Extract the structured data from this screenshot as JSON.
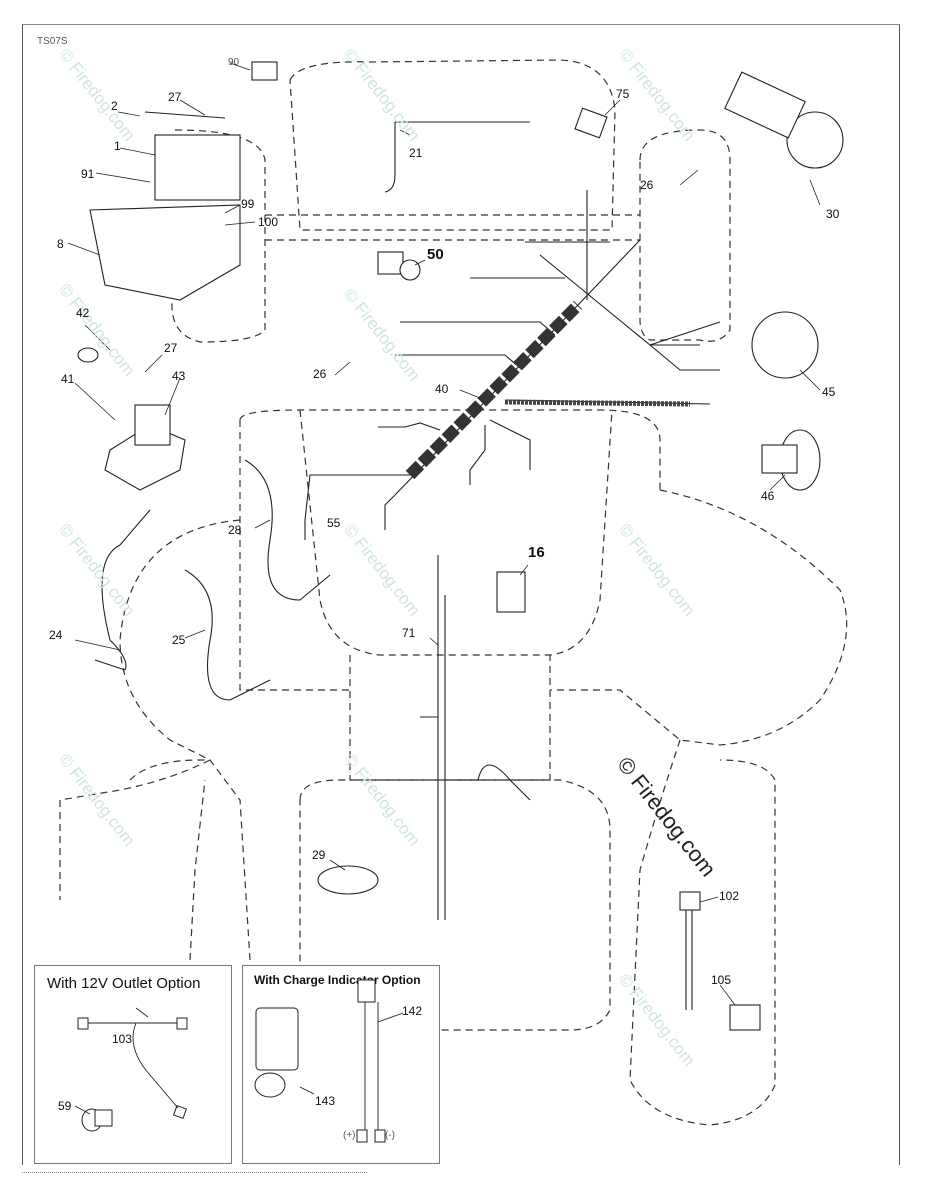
{
  "diagram": {
    "code": "TS07S",
    "watermark": "© Firedog.com",
    "callouts": {
      "c90": "90",
      "c27a": "27",
      "c2": "2",
      "c1": "1",
      "c91": "91",
      "c99": "99",
      "c100": "100",
      "c8": "8",
      "c42": "42",
      "c27b": "27",
      "c41": "41",
      "c43": "43",
      "c21": "21",
      "c75": "75",
      "c50": "50",
      "c26a": "26",
      "c26b": "26",
      "c40": "40",
      "c30": "30",
      "c45": "45",
      "c46": "46",
      "c28": "28",
      "c55": "55",
      "c24": "24",
      "c25": "25",
      "c16": "16",
      "c71": "71",
      "c29": "29",
      "c102": "102",
      "c105": "105"
    },
    "options": [
      {
        "title": "With 12V Outlet Option",
        "parts": {
          "p103": "103",
          "p59": "59"
        }
      },
      {
        "title": "With Charge Indicator Option",
        "parts": {
          "p142": "142",
          "p143": "143"
        },
        "terminals": {
          "plus": "(+)",
          "minus": "(-)"
        }
      }
    ]
  }
}
